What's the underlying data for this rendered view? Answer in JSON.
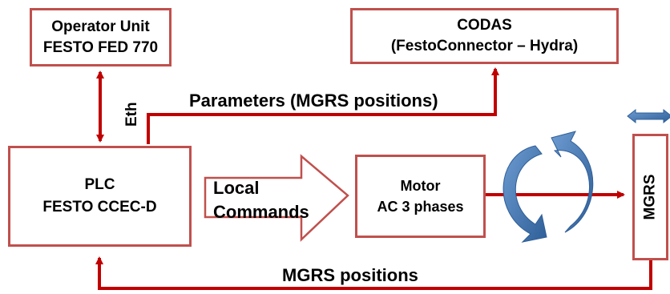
{
  "nodes": {
    "operator_unit": {
      "line1": "Operator Unit",
      "line2": "FESTO FED 770"
    },
    "codas": {
      "line1": "CODAS",
      "line2": "(FestoConnector – Hydra)"
    },
    "plc": {
      "line1": "PLC",
      "line2": "FESTO CCEC-D"
    },
    "motor": {
      "line1": "Motor",
      "line2": "AC 3 phases"
    },
    "mgrs": {
      "label": "MGRS"
    }
  },
  "labels": {
    "parameters": "Parameters (MGRS positions)",
    "eth": "Eth",
    "local_commands_line1": "Local",
    "local_commands_line2": "Commands",
    "mgrs_positions": "MGRS positions"
  },
  "colors": {
    "box_border": "#c0504d",
    "arrow": "#c00000",
    "rotation": "#4f81bd"
  }
}
